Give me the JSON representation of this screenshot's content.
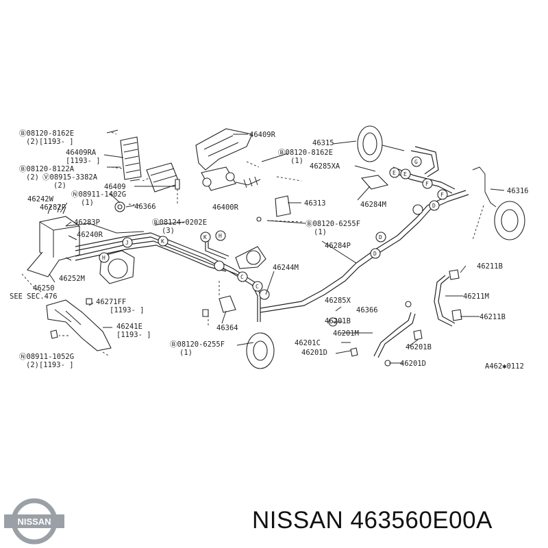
{
  "brand": {
    "logo_text": "NISSAN",
    "caption": "NISSAN 463560E00A",
    "logo_color": "#9aa0a6"
  },
  "diagram": {
    "figure_code": "A462✱0112",
    "labels": [
      {
        "id": "l01",
        "text": "Ⓑ08120-8162E"
      },
      {
        "id": "l02",
        "text": "(2)[1193-   ]"
      },
      {
        "id": "l03",
        "text": "46409RA"
      },
      {
        "id": "l04",
        "text": "[1193-    ]"
      },
      {
        "id": "l05",
        "text": "Ⓑ08120-8122A"
      },
      {
        "id": "l06",
        "text": "(2)"
      },
      {
        "id": "l07",
        "text": "Ⓥ08915-3382A"
      },
      {
        "id": "l08",
        "text": "(2)"
      },
      {
        "id": "l09",
        "text": "46409"
      },
      {
        "id": "l10",
        "text": "Ⓝ08911-1402G"
      },
      {
        "id": "l11",
        "text": "(1)"
      },
      {
        "id": "l12",
        "text": "46366"
      },
      {
        "id": "l13",
        "text": "46242W"
      },
      {
        "id": "l14",
        "text": "46282P"
      },
      {
        "id": "l15",
        "text": "46283P"
      },
      {
        "id": "l16",
        "text": "46240R"
      },
      {
        "id": "l17",
        "text": "46252M"
      },
      {
        "id": "l18",
        "text": "46250"
      },
      {
        "id": "l19",
        "text": "SEE SEC.476"
      },
      {
        "id": "l20",
        "text": "46271FF"
      },
      {
        "id": "l21",
        "text": "[1193-    ]"
      },
      {
        "id": "l22",
        "text": "46241E"
      },
      {
        "id": "l23",
        "text": "[1193-    ]"
      },
      {
        "id": "l24",
        "text": "Ⓝ08911-1052G"
      },
      {
        "id": "l25",
        "text": "(2)[1193-    ]"
      },
      {
        "id": "l26",
        "text": "46409R"
      },
      {
        "id": "l27",
        "text": "Ⓑ08120-8162E"
      },
      {
        "id": "l28",
        "text": "(1)"
      },
      {
        "id": "l29",
        "text": "46400R"
      },
      {
        "id": "l30",
        "text": "Ⓑ08124-0202E"
      },
      {
        "id": "l31",
        "text": "(3)"
      },
      {
        "id": "l32",
        "text": "46313"
      },
      {
        "id": "l33",
        "text": "Ⓑ08120-6255F"
      },
      {
        "id": "l34",
        "text": "(1)"
      },
      {
        "id": "l35",
        "text": "46315"
      },
      {
        "id": "l36",
        "text": "46285XA"
      },
      {
        "id": "l37",
        "text": "46284M"
      },
      {
        "id": "l38",
        "text": "46316"
      },
      {
        "id": "l39",
        "text": "46284P"
      },
      {
        "id": "l40",
        "text": "46244M"
      },
      {
        "id": "l41",
        "text": "46285X"
      },
      {
        "id": "l42",
        "text": "46366"
      },
      {
        "id": "l43",
        "text": "46201B"
      },
      {
        "id": "l44",
        "text": "46201M"
      },
      {
        "id": "l45",
        "text": "46201C"
      },
      {
        "id": "l46",
        "text": "46201D"
      },
      {
        "id": "l47",
        "text": "46201B"
      },
      {
        "id": "l48",
        "text": "46201D"
      },
      {
        "id": "l49",
        "text": "46211B"
      },
      {
        "id": "l50",
        "text": "46211M"
      },
      {
        "id": "l51",
        "text": "46211B"
      },
      {
        "id": "l52",
        "text": "46364"
      },
      {
        "id": "l53",
        "text": "Ⓑ08120-6255F"
      },
      {
        "id": "l54",
        "text": "(1)"
      }
    ],
    "clip_letters": [
      "H",
      "J",
      "K",
      "K",
      "H",
      "D",
      "D",
      "E",
      "F",
      "G",
      "E",
      "F",
      "C",
      "C",
      "D"
    ]
  }
}
